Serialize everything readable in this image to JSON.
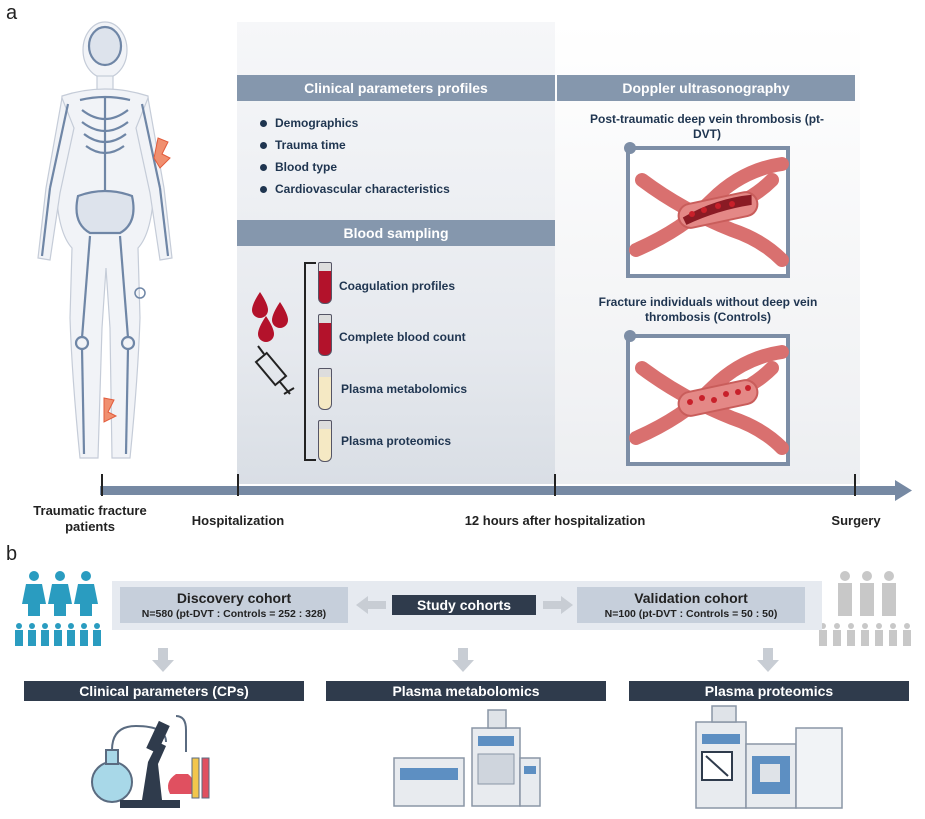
{
  "panel_a": {
    "letter": "a",
    "clinical_header": "Clinical parameters profiles",
    "clinical_items": [
      "Demographics",
      "Trauma time",
      "Blood type",
      "Cardiovascular characteristics"
    ],
    "blood_header": "Blood sampling",
    "tubes": [
      {
        "label": "Coagulation profiles",
        "fill": "#b3122b"
      },
      {
        "label": "Complete blood count",
        "fill": "#b3122b"
      },
      {
        "label": "Plasma metabolomics",
        "fill": "#f5e9c4"
      },
      {
        "label": "Plasma proteomics",
        "fill": "#f5e9c4"
      }
    ],
    "doppler_header": "Doppler ultrasonography",
    "doppler_top_caption": "Post-traumatic deep vein thrombosis (pt-DVT)",
    "doppler_bottom_caption": "Fracture individuals without deep vein thrombosis (Controls)",
    "timeline": {
      "patients": "Traumatic fracture patients",
      "hospitalization": "Hospitalization",
      "twelve_hours": "12 hours after hospitalization",
      "surgery": "Surgery"
    }
  },
  "panel_b": {
    "letter": "b",
    "study_cohorts": "Study cohorts",
    "discovery_title": "Discovery cohort",
    "discovery_detail": "N=580 (pt-DVT : Controls = 252 : 328)",
    "validation_title": "Validation cohort",
    "validation_detail": "N=100 (pt-DVT : Controls = 50 : 50)",
    "analyses": [
      "Clinical parameters (CPs)",
      "Plasma metabolomics",
      "Plasma proteomics"
    ]
  },
  "colors": {
    "header_gray": "#8597ad",
    "header_dark": "#2f3b4c",
    "people_teal": "#2a9cc0",
    "people_gray": "#c8c8c8",
    "vein": "#d9706f",
    "blood": "#b3122b"
  }
}
